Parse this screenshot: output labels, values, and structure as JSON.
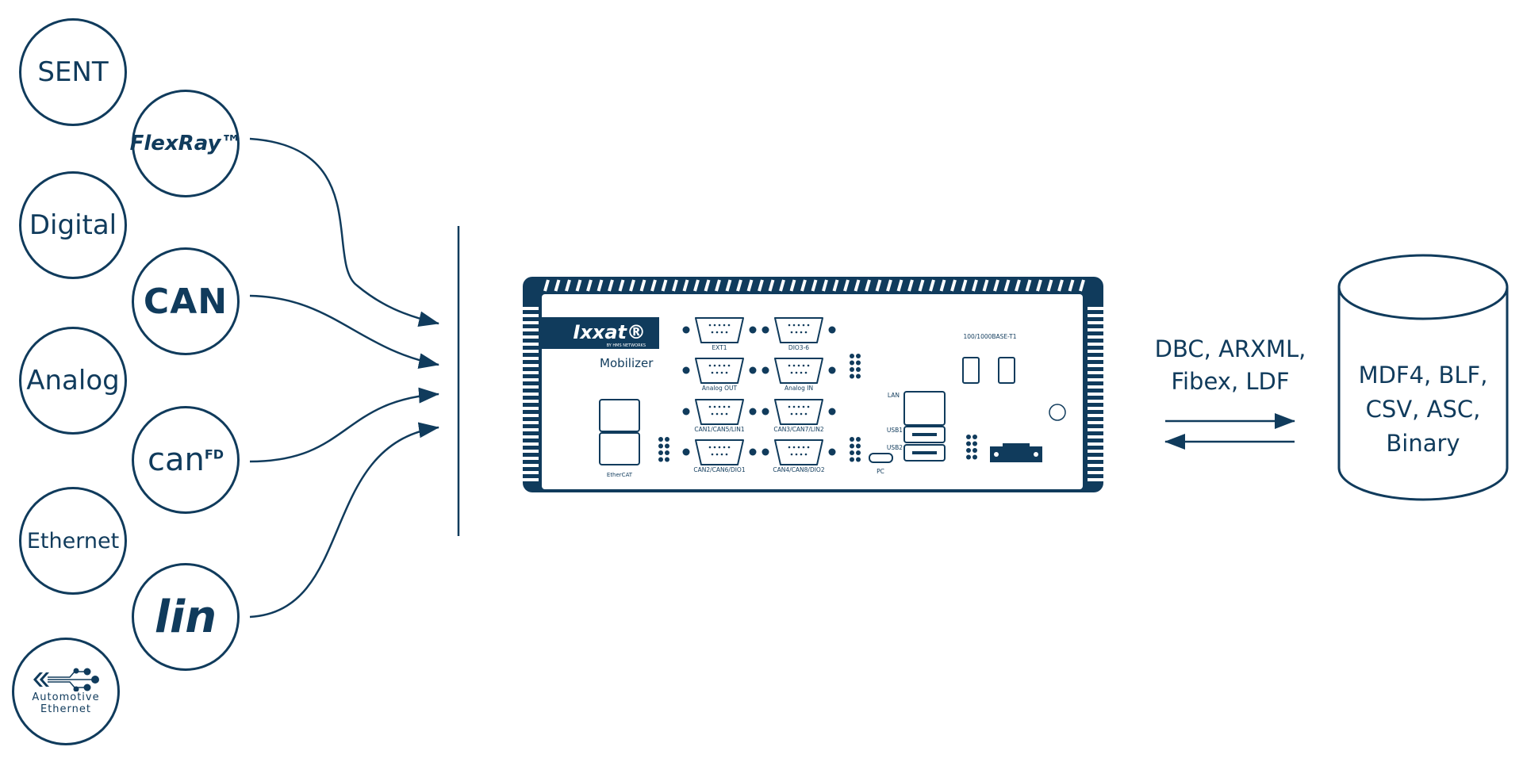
{
  "inputs": {
    "sent": "SENT",
    "flexray": "FlexRay™",
    "digital": "Digital",
    "can": "CAN",
    "analog": "Analog",
    "canfd": "can",
    "canfd_sup": "FD",
    "ethernet": "Ethernet",
    "lin": "lin",
    "automotive_ethernet": [
      "Automotive",
      "Ethernet"
    ]
  },
  "device": {
    "brand": "Ixxat®",
    "brand_sub": "BY HMS NETWORKS",
    "model": "Mobilizer",
    "ports": [
      "EXT1",
      "DIO3-6",
      "Analog OUT",
      "Analog IN",
      "CAN1/CAN5/LIN1",
      "CAN3/CAN7/LIN2",
      "CAN2/CAN6/DIO1",
      "CAN4/CAN8/DIO2"
    ],
    "ethercat": "EtherCAT",
    "t1": "100/1000BASE-T1",
    "lan": "LAN",
    "usb1": "USB1",
    "usb2": "USB2",
    "pc": "PC"
  },
  "formats_in": [
    "DBC, ARXML,",
    "Fibex, LDF"
  ],
  "formats_out": [
    "MDF4, BLF,",
    "CSV, ASC,",
    "Binary"
  ],
  "colors": {
    "primary": "#103b5c",
    "background": "#ffffff"
  }
}
